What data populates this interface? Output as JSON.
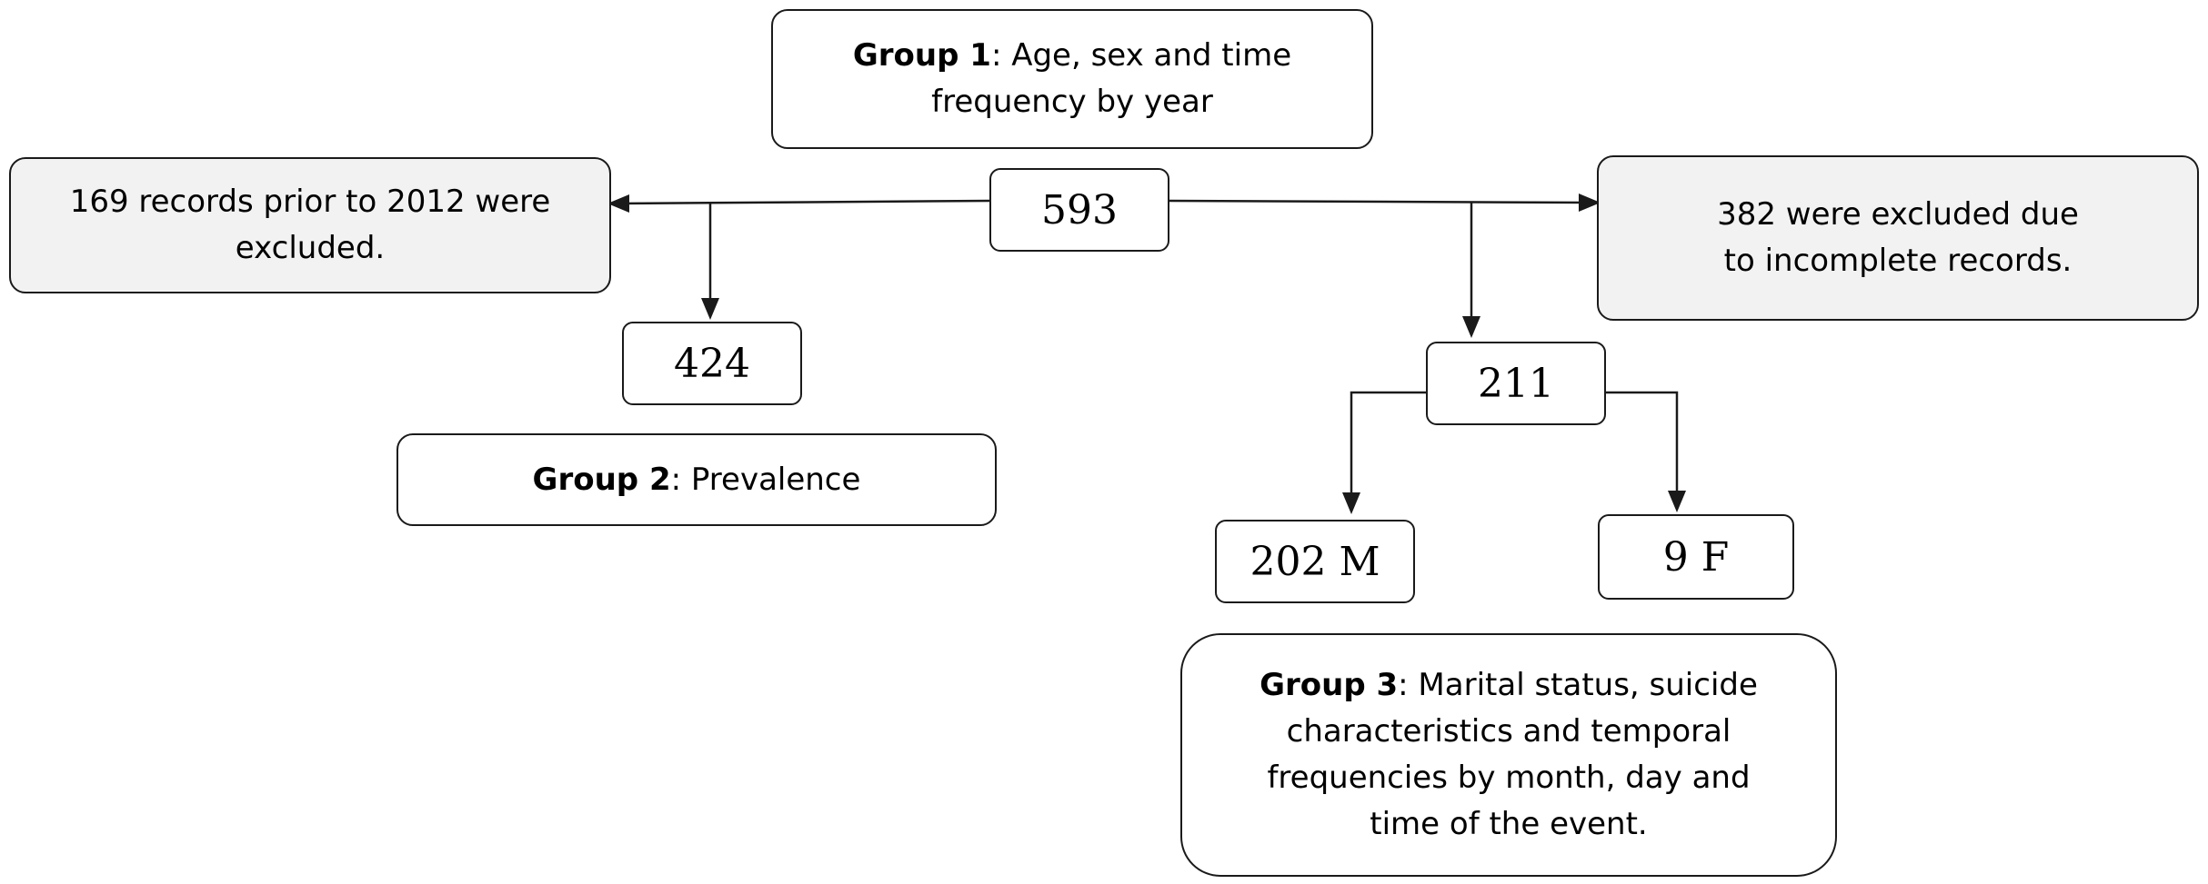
{
  "nodes": {
    "group1": {
      "label": "Group 1",
      "text": ": Age, sex and time frequency by year"
    },
    "total": {
      "value": "593"
    },
    "excluded_prior": {
      "text": "169 records prior to 2012 were excluded."
    },
    "excluded_incomplete": {
      "text": "382 were excluded due to incomplete records."
    },
    "prevalence_count": {
      "value": "424"
    },
    "group2": {
      "label": "Group 2",
      "text": ": Prevalence"
    },
    "complete_count": {
      "value": "211"
    },
    "male_count": {
      "value": "202 M"
    },
    "female_count": {
      "value": "9 F"
    },
    "group3": {
      "label": "Group 3",
      "text": ": Marital status, suicide characteristics and temporal frequencies by month, day and time of the event."
    }
  }
}
